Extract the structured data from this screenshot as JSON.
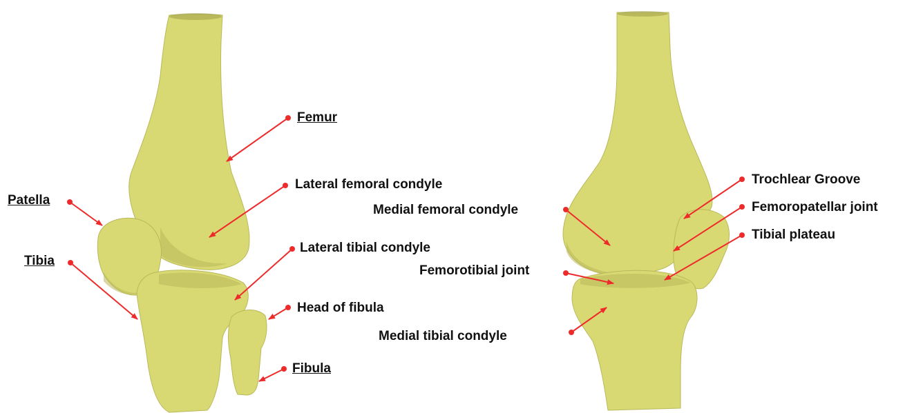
{
  "colors": {
    "bone": "#d9d974",
    "bone_shadow": "#b9b85a",
    "bone_dark": "#9a9944",
    "annotation": "#ee2b2b",
    "text": "#111111"
  },
  "left_view": {
    "labels": {
      "femur": "Femur",
      "lateral_femoral_condyle": "Lateral femoral condyle",
      "patella": "Patella",
      "tibia": "Tibia",
      "lateral_tibial_condyle": "Lateral tibial condyle",
      "head_of_fibula": "Head of fibula",
      "fibula": "Fibula"
    }
  },
  "right_view": {
    "labels": {
      "trochlear_groove": "Trochlear Groove",
      "medial_femoral_condyle": "Medial femoral condyle",
      "femoropatellar_joint": "Femoropatellar joint",
      "tibial_plateau": "Tibial plateau",
      "femorotibial_joint": "Femorotibial joint",
      "medial_tibial_condyle": "Medial tibial condyle"
    }
  }
}
